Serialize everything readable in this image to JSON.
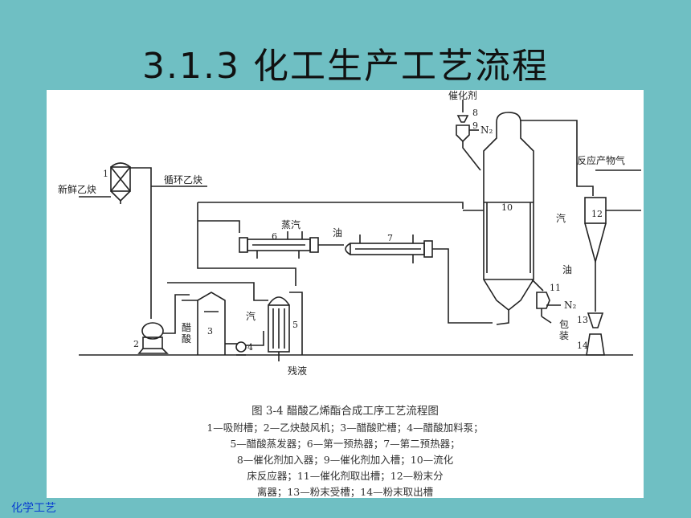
{
  "slide": {
    "title": "3.1.3 化工生产工艺流程",
    "footer": "化学工艺"
  },
  "diagram": {
    "labels": {
      "catalyst": "催化剂",
      "n2_top": "N₂",
      "fresh_acetylene": "新鲜乙炔",
      "recycle_acetylene": "循环乙炔",
      "steam_top": "蒸汽",
      "oil_mid": "油",
      "reaction_gas": "反应产物气",
      "steam_right": "汽",
      "oil_right": "油",
      "n2_bottom": "N₂",
      "package": "包装",
      "acetic_acid": "醋酸",
      "steam_evap": "汽",
      "residue": "残液"
    },
    "numbers": {
      "n1": "1",
      "n2": "2",
      "n3": "3",
      "n4": "4",
      "n5": "5",
      "n6": "6",
      "n7": "7",
      "n8": "8",
      "n9": "9",
      "n10": "10",
      "n11": "11",
      "n12": "12",
      "n13": "13",
      "n14": "14"
    }
  },
  "caption": {
    "heading": "图 3-4    醋酸乙烯酯合成工序工艺流程图",
    "line1": "1—吸附槽；2—乙炔鼓风机；3—醋酸贮槽；4—醋酸加料泵；",
    "line2": "5—醋酸蒸发器；6—第一预热器；7—第二预热器；",
    "line3": "8—催化剂加入器；9—催化剂加入槽；10—流化",
    "line4": "床反应器；11—催化剂取出槽；12—粉末分",
    "line5": "离器；13—粉末受槽；14—粉末取出槽"
  }
}
